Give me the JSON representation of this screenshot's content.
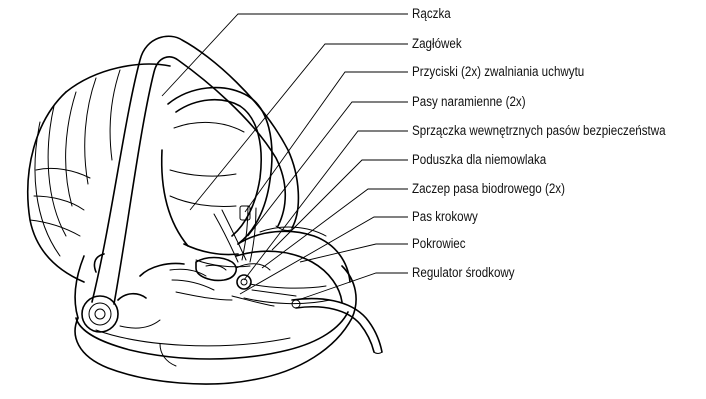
{
  "diagram": {
    "labels": [
      "Rączka",
      "Zagłówek",
      "Przyciski (2x) zwalniania uchwytu",
      "Pasy naramienne (2x)",
      "Sprzączka wewnętrznych pasów bezpieczeństwa",
      "Poduszka dla niemowlaka",
      "Zaczep pasa biodrowego (2x)",
      "Pas krokowy",
      "Pokrowiec",
      "Regulator środkowy"
    ]
  },
  "colors": {
    "ink": "#000000",
    "background": "#ffffff"
  }
}
